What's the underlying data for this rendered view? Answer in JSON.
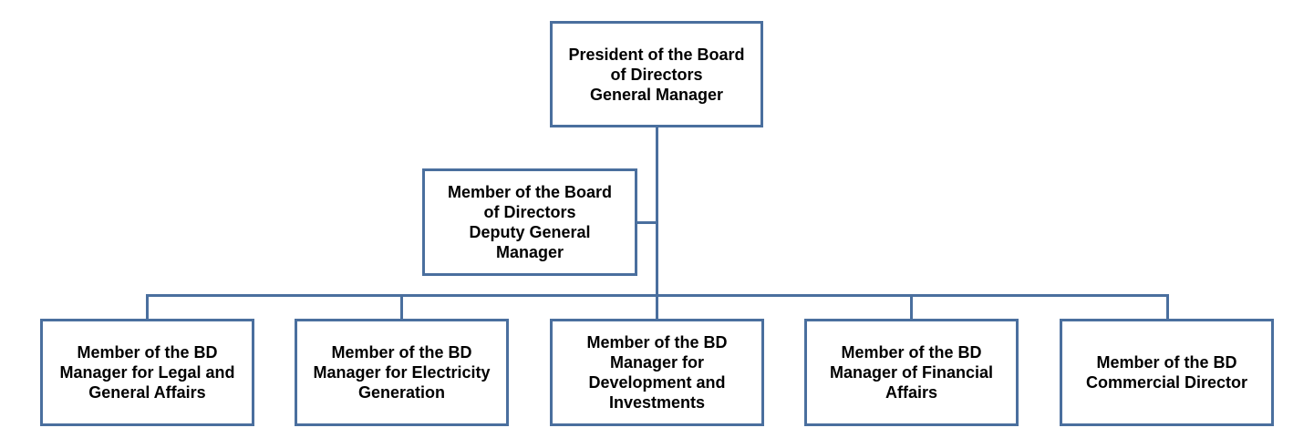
{
  "org_chart": {
    "president": {
      "text": "President of the Board\nof Directors\nGeneral Manager"
    },
    "deputy": {
      "text": "Member of the Board\nof Directors\nDeputy General\nManager"
    },
    "members": [
      {
        "text": "Member of the BD\nManager for Legal and\nGeneral Affairs"
      },
      {
        "text": "Member of the BD\nManager for Electricity\nGeneration"
      },
      {
        "text": "Member of the BD\nManager for\nDevelopment and\nInvestments"
      },
      {
        "text": "Member of the BD\nManager of Financial\nAffairs"
      },
      {
        "text": "Member of the BD\nCommercial Director"
      }
    ]
  },
  "colors": {
    "border": "#4a6f9e",
    "text": "#000000",
    "background": "#ffffff"
  }
}
